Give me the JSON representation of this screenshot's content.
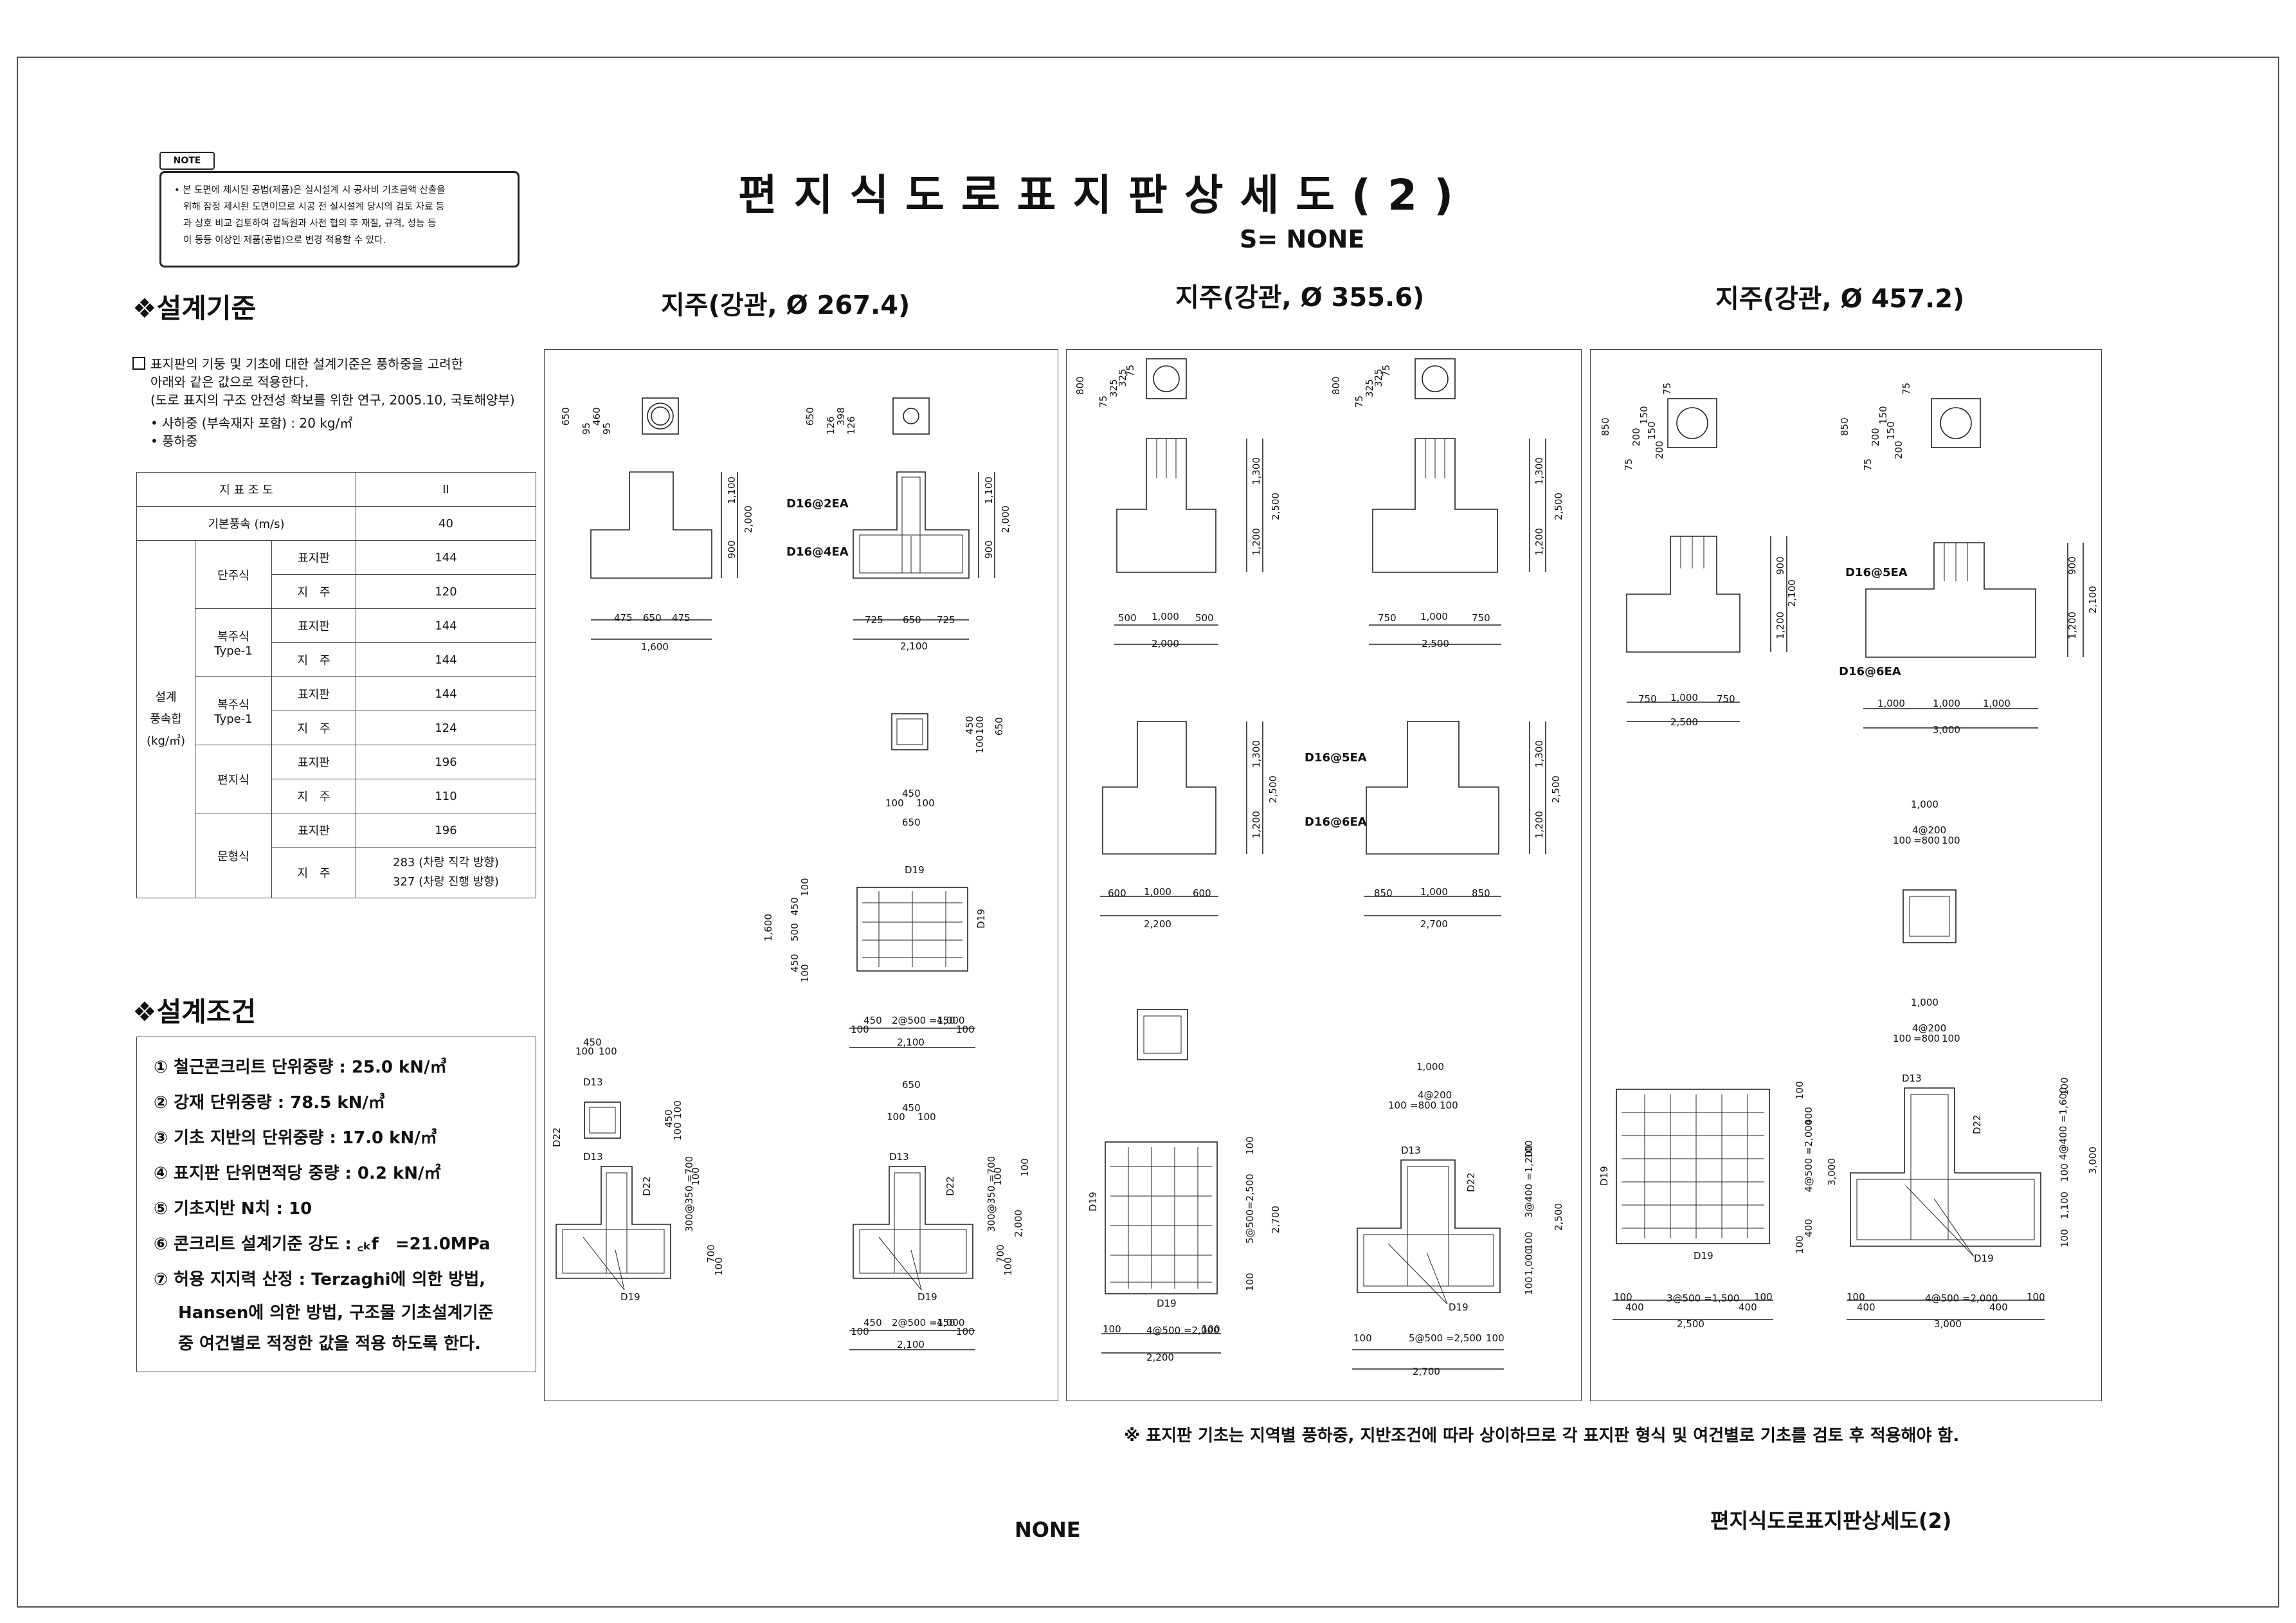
{
  "header": {
    "title": "편지식도로표지판상세도(2)",
    "scale": "S= NONE"
  },
  "note": {
    "tag": "NOTE",
    "lines": [
      "• 본 도면에 제시된 공법(제품)은 실시설계 시 공사비 기초금액 산출을",
      "위해 잠정 제시된 도면이므로 시공 전 실시설계 당시의 검토 자료 등",
      "과 상호 비교 검토하여 감독원과 사전 협의 후 재질, 규격, 성능 등",
      "이 동등 이상인 제품(공법)으로 변경 적용할 수 있다."
    ]
  },
  "design_criteria": {
    "heading": "설계기준",
    "lines": [
      "표지판의 기둥 및 기초에 대한 설계기준은 풍하중을 고려한",
      "아래와 같은 값으로 적용한다.",
      "(도로 표지의 구조 안전성 확보를 위한 연구, 2005.10, 국토해양부)",
      "• 사하중 (부속재자 포함) : 20 kg/㎡",
      "• 풍하중"
    ],
    "table": {
      "h1": "지 표 조 도",
      "h1v": "II",
      "h2": "기본풍속 (m/s)",
      "h2v": "40",
      "group": "설계\n풍속합\n(kg/㎡)",
      "sign": "표지판",
      "post": "지　주",
      "rows": [
        {
          "type": "단주식",
          "sign": "144",
          "post": "120"
        },
        {
          "type": "복주식\nType-1",
          "sign": "144",
          "post": "144"
        },
        {
          "type": "복주식\nType-1",
          "sign": "144",
          "post": "124"
        },
        {
          "type": "편지식",
          "sign": "196",
          "post": "110"
        },
        {
          "type": "문형식",
          "sign": "196",
          "post": "283 (차량 직각 방향)\n327 (차량 진행 방향)"
        }
      ]
    }
  },
  "design_conditions": {
    "heading": "설계조건",
    "items": [
      "① 철근콘크리트 단위중량 : 25.0 kN/㎥",
      "② 강재 단위중량 : 78.5 kN/㎥",
      "③ 기초 지반의 단위중량 : 17.0 kN/㎥",
      "④ 표지판 단위면적당 중량 : 0.2 kN/㎡",
      "⑤ 기초지반 N치 : 10",
      "⑥ 콘크리트 설계기준 강도 : ꜀ₖf　=21.0MPa",
      "⑦ 허용 지지력 산정 : Terzaghi에 의한 방법,",
      "Hansen에 의한 방법, 구조물 기초설계기준",
      "중 여건별로 적정한 값을 적용 하도록 한다."
    ]
  },
  "columns": {
    "c1": "지주(강관, Ø 267.4)",
    "c2": "지주(강관, Ø 355.6)",
    "c3": "지주(강관, Ø 457.2)"
  },
  "panel1": {
    "t1": [
      "1,100",
      "900",
      "2,000",
      "475",
      "650",
      "475",
      "1,600",
      "650",
      "95",
      "460",
      "95"
    ],
    "t2": [
      "1,100",
      "900",
      "2,000",
      "725",
      "650",
      "725",
      "2,100",
      "D16@2EA",
      "D16@4EA",
      "650",
      "126",
      "398",
      "126"
    ],
    "col": [
      "450",
      "100",
      "100",
      "650",
      "450",
      "100",
      "100",
      "650"
    ],
    "plan": [
      "D19",
      "D19",
      "1,600",
      "450",
      "500",
      "450",
      "100",
      "100",
      "450",
      "2@500\n=1,000",
      "450",
      "100",
      "100",
      "2,100"
    ],
    "s1": [
      "450",
      "100",
      "100",
      "D13",
      "D22",
      "450",
      "100",
      "100",
      "D13",
      "D22",
      "300@350\n=700",
      "100",
      "700",
      "100",
      "D19"
    ],
    "s2": [
      "650",
      "450",
      "100",
      "100",
      "D13",
      "D22",
      "D19",
      "300@350\n=700",
      "100",
      "100",
      "2,000",
      "700",
      "100",
      "450",
      "2@500\n=1,000",
      "450",
      "100",
      "100",
      "2,100"
    ]
  },
  "panel2": {
    "t1": [
      "800",
      "75",
      "325",
      "325",
      "75",
      "1,300",
      "1,200",
      "2,500",
      "500",
      "1,000",
      "500",
      "2,000"
    ],
    "t2": [
      "800",
      "75",
      "325",
      "325",
      "75",
      "1,300",
      "1,200",
      "2,500",
      "750",
      "1,000",
      "750",
      "2,500"
    ],
    "t3": [
      "1,300",
      "1,200",
      "2,500",
      "600",
      "1,000",
      "600",
      "2,200",
      "D16@5EA",
      "D16@6EA"
    ],
    "t4": [
      "1,300",
      "1,200",
      "2,500",
      "850",
      "1,000",
      "850",
      "2,700"
    ],
    "plan": [
      "D19",
      "D19",
      "100",
      "5@500=2,500",
      "100",
      "2,700",
      "100",
      "4@500\n=2,000",
      "100",
      "2,200"
    ],
    "sec": [
      "1,000",
      "4@200",
      "100",
      "=800",
      "100",
      "D13",
      "D22",
      "100",
      "3@400\n=1,200",
      "100",
      "1,000",
      "100",
      "2,500",
      "D19",
      "100",
      "5@500\n=2,500",
      "100",
      "2,700"
    ]
  },
  "panel3": {
    "t1": [
      "850",
      "75",
      "200",
      "150",
      "150",
      "200",
      "75",
      "900",
      "1,200",
      "2,100",
      "750",
      "1,000",
      "750",
      "2,500"
    ],
    "t2": [
      "850",
      "75",
      "200",
      "150",
      "150",
      "200",
      "75",
      "D16@5EA",
      "D16@6EA",
      "900",
      "1,200",
      "2,100",
      "1,000",
      "1,000",
      "1,000",
      "3,000"
    ],
    "col": [
      "1,000",
      "4@200",
      "100",
      "=800",
      "100",
      "1,000",
      "4@200",
      "100",
      "=800",
      "100"
    ],
    "plan": [
      "D19",
      "D19",
      "100",
      "400",
      "4@500\n=2,000",
      "400",
      "100",
      "3,000",
      "100",
      "400",
      "3@500\n=1,500",
      "400",
      "100",
      "2,500"
    ],
    "sec": [
      "D13",
      "D22",
      "100",
      "4@400\n=1,600",
      "100",
      "1,100",
      "100",
      "3,000",
      "D19",
      "100",
      "400",
      "4@500\n=2,000",
      "400",
      "100",
      "3,000"
    ]
  },
  "footnote": "※ 표지판 기초는 지역별 풍하중, 지반조건에 따라 상이하므로 각 표지판 형식 및 여건별로 기초를 검토 후 적용해야 함.",
  "bottom": {
    "scale": "NONE",
    "title": "편지식도로표지판상세도(2)"
  }
}
